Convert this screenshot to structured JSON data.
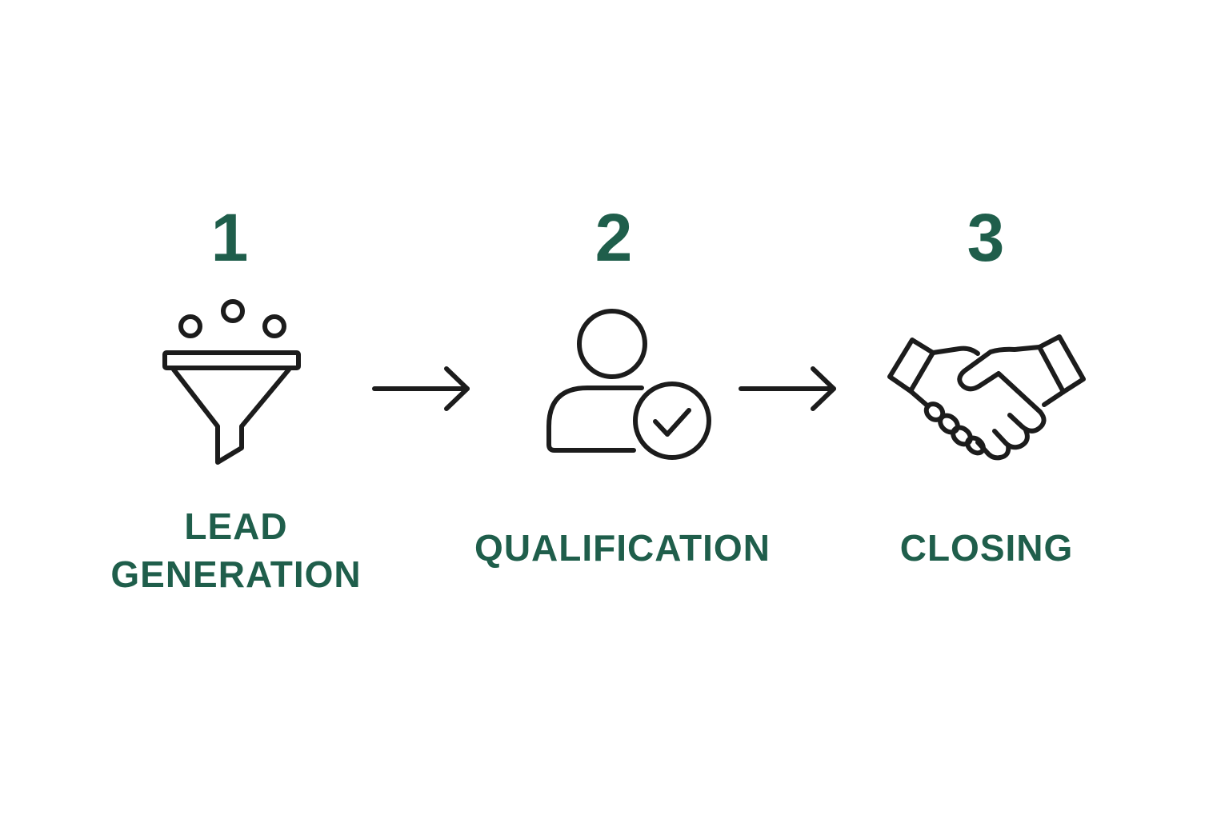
{
  "colors": {
    "accent": "#1f5e4b",
    "icon": "#1c1c1c",
    "background": "#ffffff"
  },
  "steps": [
    {
      "number": "1",
      "label_line1": "LEAD",
      "label_line2": "GENERATION",
      "icon": "funnel-icon"
    },
    {
      "number": "2",
      "label": "QUALIFICATION",
      "icon": "user-check-icon"
    },
    {
      "number": "3",
      "label": "CLOSING",
      "icon": "handshake-icon"
    }
  ]
}
